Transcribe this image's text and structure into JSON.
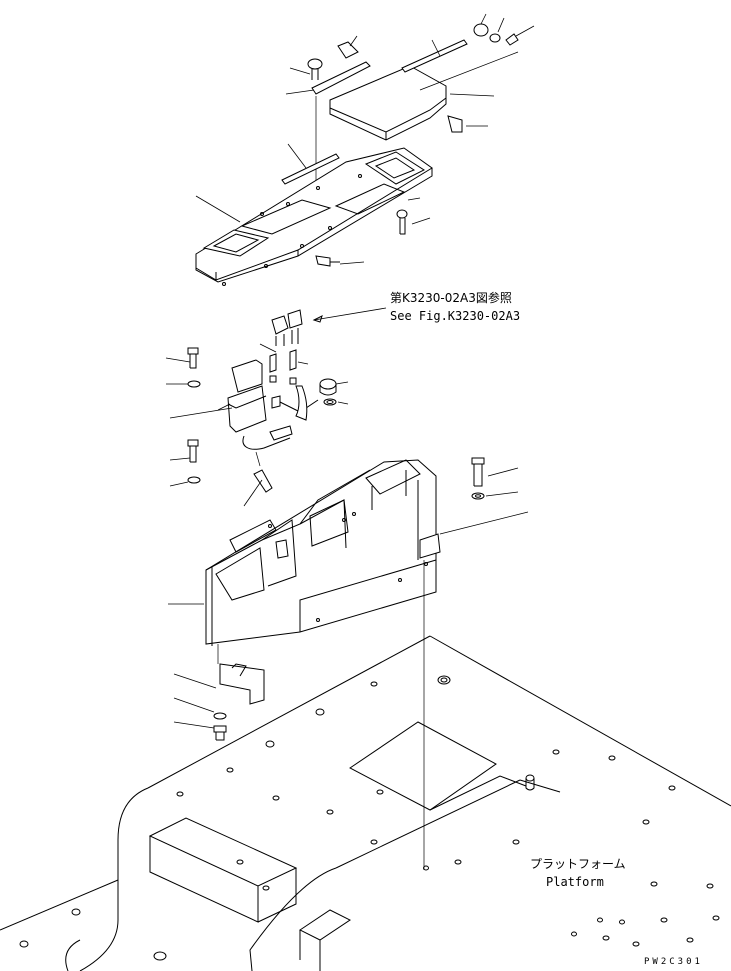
{
  "reference": {
    "jp": "第K3230-02A3図参照",
    "en": "See Fig.K3230-02A3"
  },
  "platform": {
    "jp": "プラットフォーム",
    "en": "Platform"
  },
  "drawing_code": "PW2C301"
}
